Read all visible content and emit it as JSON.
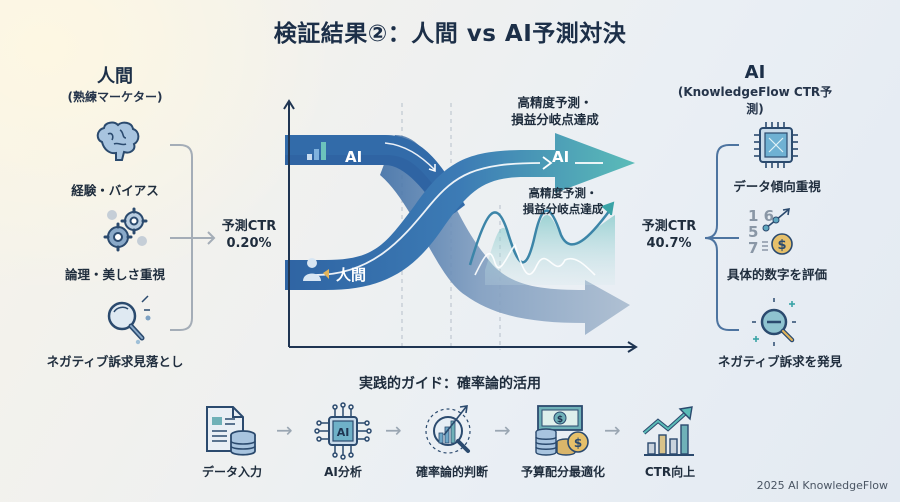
{
  "title": "検証結果②：人間 vs AI予測対決",
  "human": {
    "title": "人間",
    "subtitle": "(熟練マーケター)",
    "factors": [
      {
        "icon": "brain-icon",
        "label": "経験・バイアス"
      },
      {
        "icon": "gears-icon",
        "label": "論理・美しさ重視"
      },
      {
        "icon": "magnifier-icon",
        "label": "ネガティブ訴求見落とし"
      }
    ],
    "ctr_label": "予測CTR",
    "ctr_value": "0.20%"
  },
  "ai": {
    "title": "AI",
    "subtitle": "(KnowledgeFlow CTR予測)",
    "factors": [
      {
        "icon": "chip-icon",
        "label": "データ傾向重視"
      },
      {
        "icon": "numbers-coin-icon",
        "label": "具体的数字を評価"
      },
      {
        "icon": "search-minus-icon",
        "label": "ネガティブ訴求を発見"
      }
    ],
    "ctr_label": "予測CTR",
    "ctr_value": "40.7%",
    "numbers_glyph": [
      "1 6",
      "5",
      "7"
    ]
  },
  "chart": {
    "flow_ai_label": "AI",
    "flow_ai_end_label": "AI",
    "flow_human_label": "人間",
    "note_top_line1": "高精度予測・",
    "note_top_line2": "損益分岐点達成",
    "note_mid_line1": "高精度予測・",
    "note_mid_line2": "損益分岐点達成"
  },
  "chart_data": {
    "type": "diagram",
    "title": "人間 vs AI予測対決",
    "series": [
      {
        "name": "AI",
        "path": "starts high-left, dips, crosses up and ends high-right (teal arrow)"
      },
      {
        "name": "人間",
        "path": "starts low-left, rises, crosses down and ends low-right (gray arrow with volatile line)"
      }
    ],
    "annotations": [
      "高精度予測・損益分岐点達成",
      "予測CTR 0.20%",
      "予測CTR 40.7%"
    ],
    "grid": "dashed vertical guides"
  },
  "guide": {
    "title": "実践的ガイド：確率論的活用",
    "steps": [
      {
        "icon": "document-database-icon",
        "label": "データ入力"
      },
      {
        "icon": "ai-chip-icon",
        "label": "AI分析"
      },
      {
        "icon": "probability-chart-icon",
        "label": "確率論的判断"
      },
      {
        "icon": "money-coins-icon",
        "label": "予算配分最適化"
      },
      {
        "icon": "growth-chart-icon",
        "label": "CTR向上"
      }
    ]
  },
  "footer": "2025 AI KnowledgeFlow",
  "colors": {
    "title": "#1c2f48",
    "ai_flow": "#2f6aa8",
    "ai_flow_end": "#5bbcb8",
    "human_flow": "#9db1c8",
    "accent_teal": "#3aa3a6",
    "coin": "#e3b45a"
  }
}
